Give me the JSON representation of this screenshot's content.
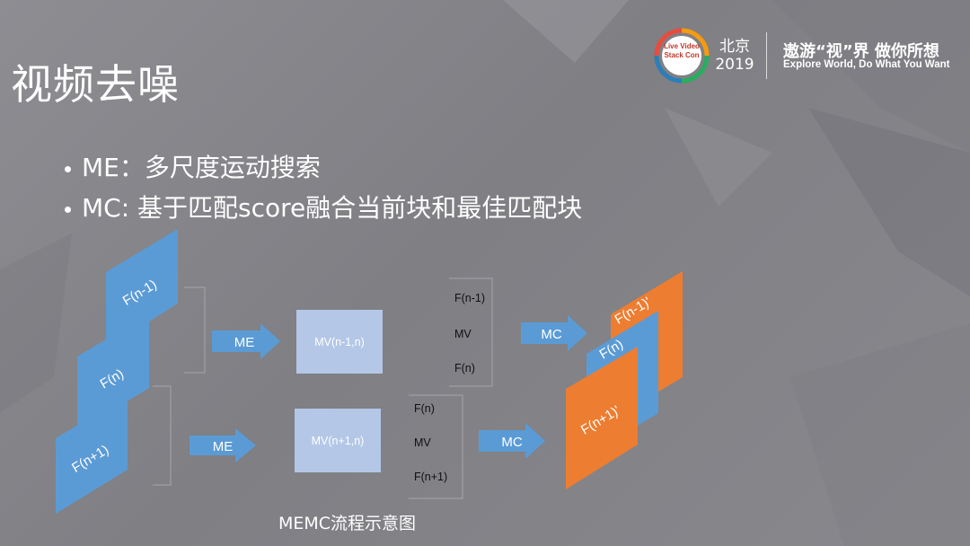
{
  "slide_title": "视频去噪",
  "bullets": [
    "ME：多尺度运动搜索",
    "MC:  基于匹配score融合当前块和最佳匹配块"
  ],
  "branding": {
    "logo_text_1": "Live Video",
    "logo_text_2": "Stack Con",
    "city": "北京",
    "year": "2019",
    "slogan_cn": "遨游“视”界 做你所想",
    "slogan_en": "Explore World, Do What You Want"
  },
  "diagram": {
    "frames": {
      "prev": "F(n-1)",
      "curr": "F(n)",
      "next": "F(n+1)",
      "out_prev": "F(n-1)'",
      "out_curr": "F(n)",
      "out_next": "F(n+1)'"
    },
    "arrows": {
      "me": "ME",
      "mc": "MC"
    },
    "mv_boxes": {
      "upper": "MV(n-1,n)",
      "lower": "MV(n+1,n)"
    },
    "upper_inputs": [
      "F(n-1)",
      "MV",
      "F(n)"
    ],
    "lower_inputs": [
      "F(n)",
      "MV",
      "F(n+1)"
    ],
    "caption": "MEMC流程示意图"
  },
  "colors": {
    "blue_frame": "#5b9bd5",
    "orange_frame": "#ed7d31",
    "mv_box": "#b4c7e7",
    "arrow": "#5b9bd5",
    "background": "#86868b"
  }
}
